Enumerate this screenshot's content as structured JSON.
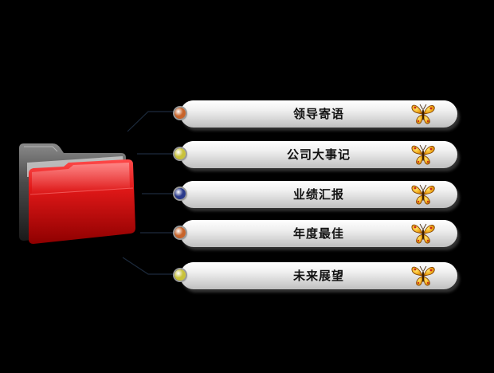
{
  "menu": {
    "items": [
      {
        "label": "领导寄语",
        "dot_color": "#c8642a",
        "icon": "butterfly-icon"
      },
      {
        "label": "公司大事记",
        "dot_color": "#c9c23a",
        "icon": "butterfly-icon"
      },
      {
        "label": "业绩汇报",
        "dot_color": "#2a3a8c",
        "icon": "butterfly-icon"
      },
      {
        "label": "年度最佳",
        "dot_color": "#c8642a",
        "icon": "butterfly-icon"
      },
      {
        "label": "未来展望",
        "dot_color": "#c9c23a",
        "icon": "butterfly-icon"
      }
    ]
  },
  "folder": {
    "icon": "folder-icon",
    "color": "#d01818"
  },
  "colors": {
    "background": "#000000",
    "connector": "#1c2a3c"
  }
}
